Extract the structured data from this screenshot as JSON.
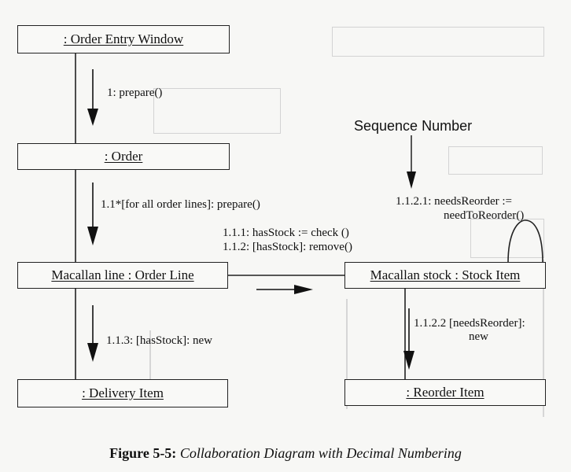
{
  "objects": {
    "order_entry_window": ": Order Entry Window",
    "order": ": Order",
    "macallan_line": "Macallan line : Order Line",
    "macallan_stock": "Macallan stock : Stock Item",
    "delivery_item": ": Delivery Item",
    "reorder_item": ": Reorder Item"
  },
  "messages": {
    "prepare": "1: prepare()",
    "prepare_all_lines": "1.1*[for all order lines]: prepare()",
    "has_stock_check": "1.1.1: hasStock := check ()",
    "remove": "1.1.2: [hasStock]: remove()",
    "new_delivery": "1.1.3: [hasStock]: new",
    "needs_reorder_line1": "1.1.2.1: needsReorder :=",
    "needs_reorder_line2": "needToReorder()",
    "new_reorder_line1": "1.1.2.2 [needsReorder]:",
    "new_reorder_line2": "new"
  },
  "annotations": {
    "sequence_number": "Sequence Number"
  },
  "caption": {
    "figure_label": "Figure 5-5:",
    "title": "Collaboration Diagram with Decimal Numbering"
  }
}
